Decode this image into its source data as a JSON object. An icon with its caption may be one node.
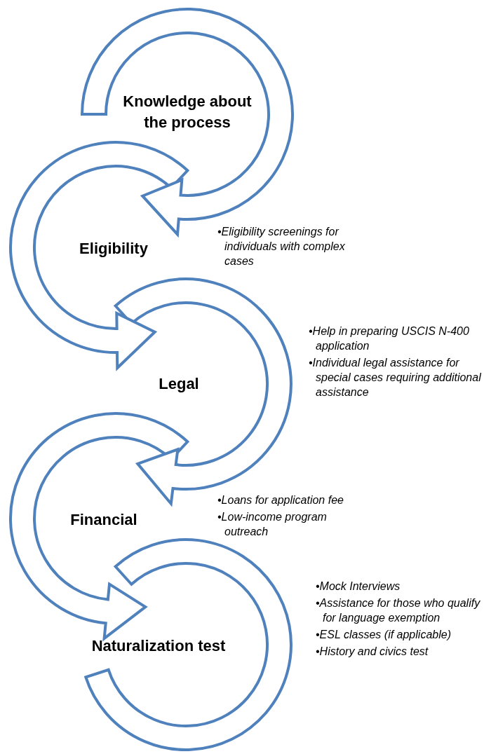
{
  "diagram": {
    "nodes": [
      {
        "text": [
          "Knowledge about the process"
        ]
      },
      {
        "text": [
          "Eligibility"
        ]
      },
      {
        "text": [
          "Legal"
        ]
      },
      {
        "text": [
          "Financial"
        ]
      },
      {
        "text": [
          "Naturalization test"
        ]
      }
    ],
    "edges": [
      {
        "from": 0,
        "to": 1,
        "arrow": "to"
      },
      {
        "from": 1,
        "to": 2,
        "arrow": "to"
      },
      {
        "from": 2,
        "to": 3,
        "arrow": "to"
      },
      {
        "from": 3,
        "to": 4,
        "arrow": "to"
      }
    ],
    "labels": [
      "•Eligibility screenings for individuals with complex cases",
      "•Help in preparing USCIS N-400 application",
      "•Individual legal assistance for special cases requiring additional assistance",
      "•Loans for application fee",
      "•Low-income program outreach",
      "•Mock Interviews",
      "•Assistance for those who qualify for language exemption",
      "•ESL classes (if applicable)",
      "•History and civics test"
    ]
  }
}
